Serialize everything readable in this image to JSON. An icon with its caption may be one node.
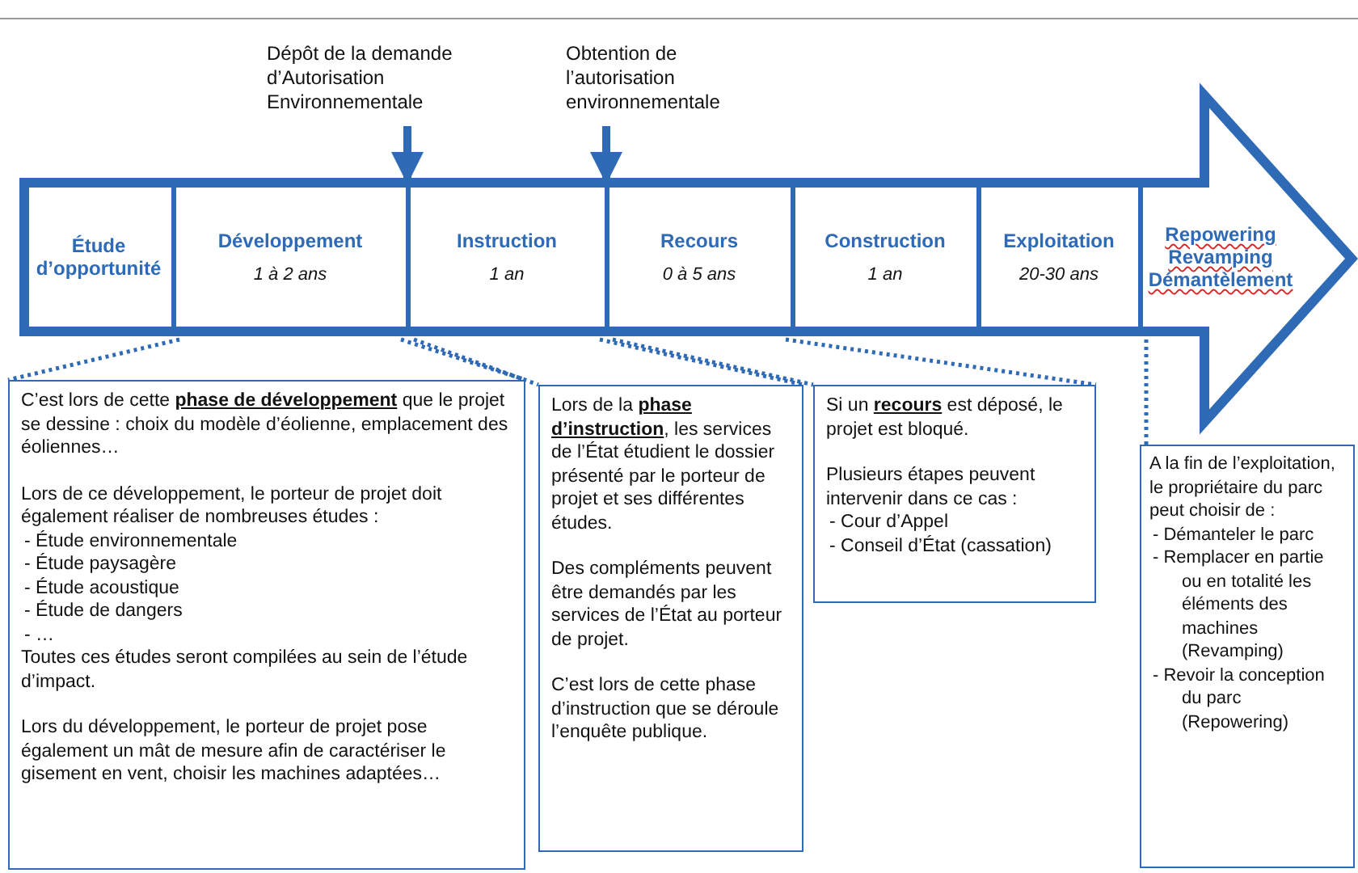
{
  "diagram": {
    "nodes": [
      {
        "text": [
          "Dépôt de la demande d’Autorisation Environnementale"
        ]
      },
      {
        "text": [
          "Obtention de l’autorisation environnementale"
        ]
      },
      {
        "text": [],
        "shape": "arrow"
      },
      {
        "text": [
          "Étude d’opportunité"
        ],
        "in": 2
      },
      {
        "text": [
          "Développement",
          "1 à 2 ans"
        ],
        "in": 2
      },
      {
        "text": [
          "Instruction",
          "1 an"
        ],
        "in": 2
      },
      {
        "text": [
          "Recours",
          "0 à 5 ans"
        ],
        "in": 2
      },
      {
        "text": [
          "Construction",
          "1 an"
        ],
        "in": 2
      },
      {
        "text": [
          "Exploitation",
          "20-30 ans"
        ],
        "in": 2
      },
      {
        "text": [
          "Repowering",
          "Revamping",
          "Démantèlement"
        ],
        "in": 2
      },
      {
        "text": [
          "C’est lors de cette **phase de développement** que le projet se dessine : choix du modèle d’éolienne, emplacement des éoliennes…",
          "Lors de ce développement, le porteur de projet doit également réaliser de nombreuses études :",
          "- Étude environnementale",
          "- Étude paysagère",
          "- Étude acoustique",
          "- Étude de dangers",
          "- …",
          "Toutes ces études seront compilées au sein de l’étude d’impact.",
          "Lors du développement, le porteur de projet pose également un mât de mesure afin de caractériser le gisement en vent, choisir les machines adaptées…"
        ]
      },
      {
        "text": [
          "Lors de la **phase d’instruction**, les services de l’État étudient le dossier présenté par le porteur de projet et ses différentes études.",
          "Des compléments peuvent être demandés par les services de l’État au porteur de projet.",
          "C’est lors de cette phase d’instruction que se déroule l’enquête publique."
        ]
      },
      {
        "text": [
          "Si un **recours** est déposé, le projet est bloqué.",
          "Plusieurs étapes peuvent intervenir dans ce cas :",
          "- Cour d’Appel",
          "- Conseil d’État (cassation)"
        ]
      },
      {
        "text": [
          "A la fin de l’exploitation, le propriétaire du parc peut choisir de :",
          "- Démanteler le parc",
          "- Remplacer en partie ou en totalité les éléments des machines (Revamping)",
          "- Revoir la conception du parc (Repowering)"
        ]
      }
    ],
    "edges": [
      {
        "from": 0,
        "to": 2,
        "arrow": "to",
        "style": "thick"
      },
      {
        "from": 1,
        "to": 2,
        "arrow": "to",
        "style": "thick"
      },
      {
        "from": 4,
        "to": 10,
        "arrow": "none",
        "style": "dashed"
      },
      {
        "from": 5,
        "to": 11,
        "arrow": "none",
        "style": "dashed"
      },
      {
        "from": 6,
        "to": 12,
        "arrow": "none",
        "style": "dashed"
      },
      {
        "from": 9,
        "to": 13,
        "arrow": "none",
        "style": "dashed"
      }
    ]
  }
}
